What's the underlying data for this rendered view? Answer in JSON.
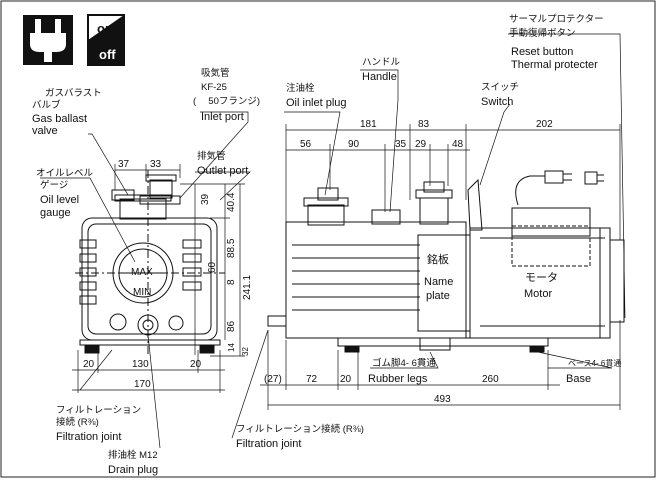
{
  "icons": {
    "plug_icon": "power-plug-icon",
    "switch_icon_text": [
      "on",
      "off"
    ]
  },
  "labels": {
    "thermal_jp1": "サーマルプロテクター",
    "thermal_jp2": "手動復帰ボタン",
    "reset_button": "Reset button",
    "thermal_protecter": "Thermal protecter",
    "intake_jp": "吸気管",
    "kf25": "KF-25",
    "flange": "(　 50フランジ)",
    "inlet_port": "Inlet port",
    "gasballast_jp1": "ガスバラスト",
    "gasballast_jp2": "バルブ",
    "gas_ballast": "Gas ballast",
    "valve": "valve",
    "exhaust_jp": "排気管",
    "outlet_port": "Outlet port",
    "oillevel_jp1": "オイルレベル",
    "oillevel_jp2": "ゲージ",
    "oil_level": "Oil level",
    "gauge": "gauge",
    "oilinlet_jp": "注油栓",
    "oil_inlet_plug": "Oil inlet plug",
    "handle_jp": "ハンドル",
    "handle": "Handle",
    "switch_jp": "スイッチ",
    "switch": "Switch",
    "nameplate_jp": "銘板",
    "name": "Name",
    "plate": "plate",
    "motor_jp": "モータ",
    "motor": "Motor",
    "max": "MAX",
    "min": "MIN",
    "rubber_jp": "ゴム脚4- 6貫通",
    "rubber_legs": "Rubber legs",
    "base_jp": "ベース4- 6貫通",
    "base": "Base",
    "filtration_jp1": "フィルトレーション",
    "filtration_jp2": "接続 (R⅜)",
    "filtration_joint_left": "Filtration joint",
    "filtration_jp_right": "フィルトレーション接続 (R⅜)",
    "filtration_joint_right": "Filtration joint",
    "drain_jp": "排油栓 M12",
    "drain_plug": "Drain plug"
  },
  "dims_front": {
    "d37": "37",
    "d33": "33",
    "d39": "39",
    "d40_4": "40.4",
    "d88_5": "88.5",
    "d60": "60",
    "d8": "8",
    "d241_1": "241.1",
    "d86": "86",
    "d14": "14",
    "d32": "32",
    "d20a": "20",
    "d130": "130",
    "d20b": "20",
    "d170": "170"
  },
  "dims_side": {
    "d181": "181",
    "d83": "83",
    "d202": "202",
    "d56": "56",
    "d90": "90",
    "d35": "35",
    "d29": "29",
    "d48": "48",
    "d27": "(27)",
    "d72": "72",
    "d20": "20",
    "d260": "260",
    "d493": "493"
  }
}
